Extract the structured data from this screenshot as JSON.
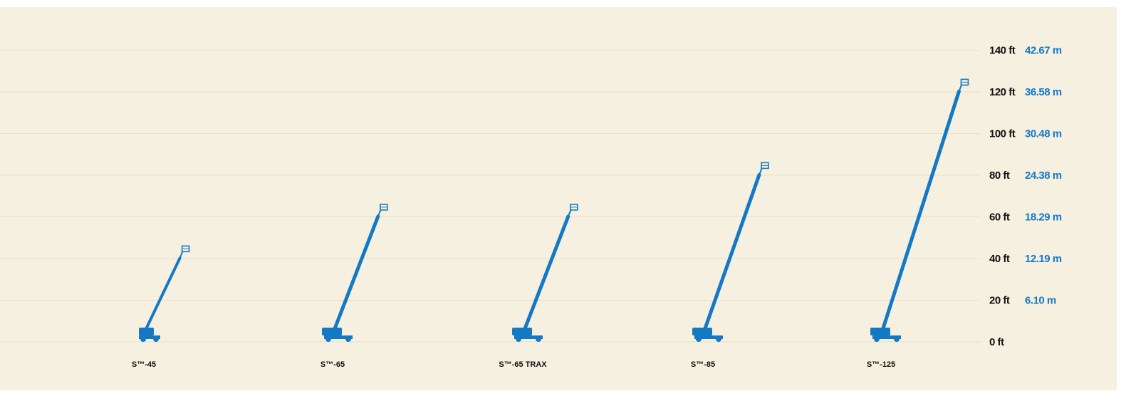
{
  "colors": {
    "background": "#f6f0e1",
    "grid": "#e8dfc9",
    "boom": "#1479c4",
    "feet_text": "#111111",
    "meters_text": "#1479c4"
  },
  "chart_data": {
    "type": "bar",
    "description_units": "platform height shown by boom lift silhouettes",
    "categories": [
      "S™-45",
      "S™-65",
      "S™-65 TRAX",
      "S™-85",
      "S™-125"
    ],
    "heights_ft": [
      45,
      65,
      65,
      85,
      125
    ],
    "y_axis": {
      "min": 0,
      "max": 140,
      "ticks_ft": [
        {
          "value": 0,
          "label": "0 ft",
          "meters": ""
        },
        {
          "value": 20,
          "label": "20 ft",
          "meters": "6.10 m"
        },
        {
          "value": 40,
          "label": "40 ft",
          "meters": "12.19 m"
        },
        {
          "value": 60,
          "label": "60 ft",
          "meters": "18.29 m"
        },
        {
          "value": 80,
          "label": "80 ft",
          "meters": "24.38 m"
        },
        {
          "value": 100,
          "label": "100 ft",
          "meters": "30.48 m"
        },
        {
          "value": 120,
          "label": "120 ft",
          "meters": "36.58 m"
        },
        {
          "value": 140,
          "label": "140 ft",
          "meters": "42.67 m"
        }
      ],
      "position": "right"
    },
    "grid": true,
    "legend": "none"
  }
}
